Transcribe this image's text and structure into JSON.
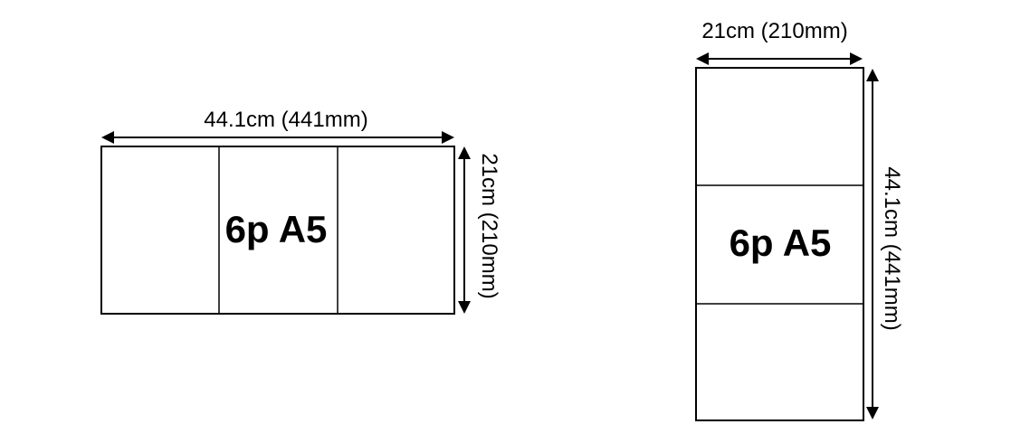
{
  "landscape": {
    "label": "6p A5",
    "width_label": "44.1cm (441mm)",
    "height_label": "21cm (210mm)"
  },
  "portrait": {
    "label": "6p A5",
    "width_label": "21cm (210mm)",
    "height_label": "44.1cm (441mm)"
  }
}
